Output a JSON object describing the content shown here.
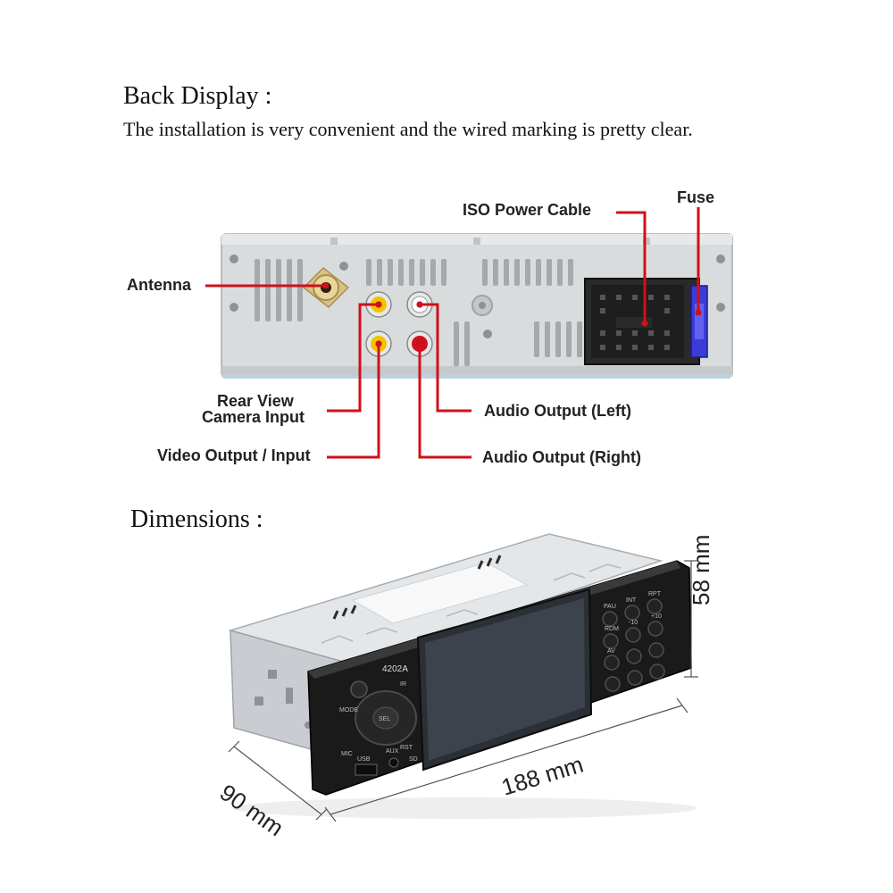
{
  "back_display": {
    "title": "Back Display :",
    "description": "The installation is very convenient and the wired marking is pretty clear."
  },
  "callouts": {
    "iso_power_cable": "ISO Power Cable",
    "fuse": "Fuse",
    "antenna": "Antenna",
    "rear_view_line1": "Rear View",
    "rear_view_line2": "Camera Input",
    "video_output": "Video Output / Input",
    "audio_left": "Audio Output (Left)",
    "audio_right": "Audio Output (Right)"
  },
  "dimensions": {
    "title": "Dimensions :",
    "height": "58 mm",
    "width": "188 mm",
    "depth": "90 mm"
  },
  "device": {
    "model": "4202A",
    "button_labels": {
      "ir": "IR",
      "mode": "MODE",
      "sel": "SEL",
      "mic": "MIC",
      "aux": "AUX",
      "rst": "RST",
      "usb": "USB",
      "sd": "SD",
      "pau": "PAU",
      "int": "INT",
      "rpt": "RPT",
      "rdm": "RDM",
      "minus10": "-10",
      "plus10": "+10",
      "av": "AV"
    }
  },
  "colors": {
    "callout_line": "#d0101a",
    "panel": "#d9dcdd",
    "face": "#1a1a1a"
  }
}
